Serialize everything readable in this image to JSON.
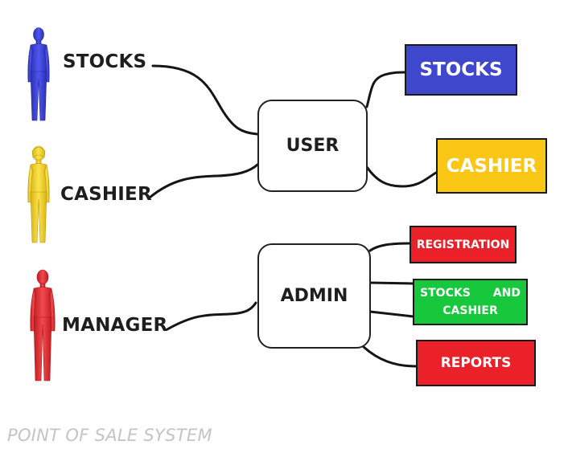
{
  "actors": [
    {
      "label": "STOCKS",
      "color": "#3d43d6",
      "icon": "person-figure-icon"
    },
    {
      "label": "CASHIER",
      "color": "#f3d12a",
      "icon": "person-figure-icon"
    },
    {
      "label": "MANAGER",
      "color": "#e6262b",
      "icon": "person-figure-icon"
    }
  ],
  "nodes": {
    "user": "USER",
    "admin": "ADMIN"
  },
  "boxes": {
    "stocks": {
      "label": "STOCKS",
      "color": "#3f48cc"
    },
    "cashier": {
      "label": "CASHIER",
      "color": "#fac717"
    },
    "registration": {
      "label": "REGISTRATION",
      "color": "#ea2129"
    },
    "stocks_cashier": {
      "line1_a": "STOCKS",
      "line1_b": "AND",
      "line2": "CASHIER",
      "color": "#17c83d"
    },
    "reports": {
      "label": "REPORTS",
      "color": "#ea2129"
    }
  },
  "footer": "POINT OF SALE SYSTEM"
}
